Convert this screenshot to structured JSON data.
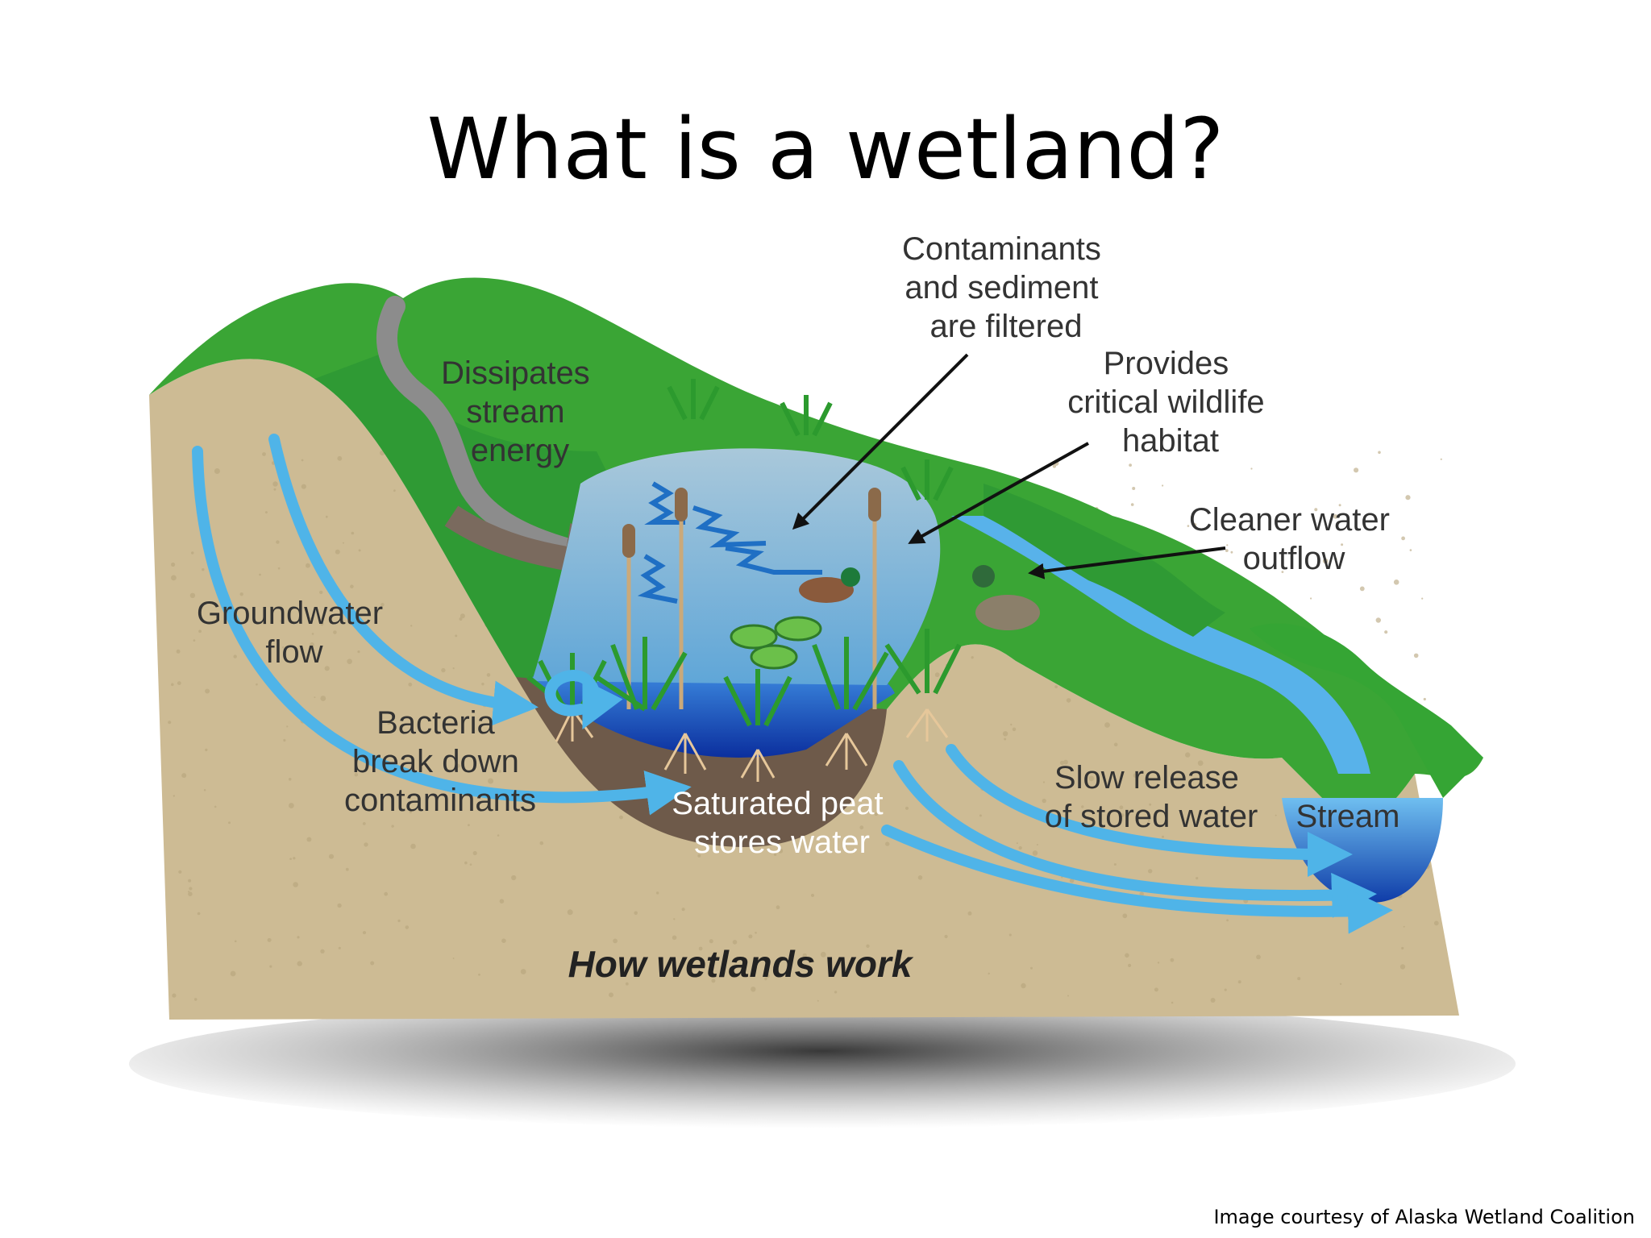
{
  "slide": {
    "title": "What is a wetland?",
    "credit": "Image courtesy of Alaska Wetland Coalition"
  },
  "diagram": {
    "caption": "How wetlands work",
    "labels": {
      "contaminants": [
        "Contaminants",
        "and sediment",
        "are filtered"
      ],
      "habitat": [
        "Provides",
        "critical wildlife",
        "habitat"
      ],
      "dissipates": [
        "Dissipates",
        "stream",
        "energy"
      ],
      "cleaner": [
        "Cleaner water",
        "outflow"
      ],
      "groundwater": [
        "Groundwater",
        "flow"
      ],
      "bacteria": [
        "Bacteria",
        "break down",
        "contaminants"
      ],
      "peat": [
        "Saturated peat",
        "stores water"
      ],
      "slow_release": [
        "Slow release",
        "of stored water"
      ],
      "stream": "Stream"
    },
    "colors": {
      "soil": "#cbb992",
      "grass": "#3aa535",
      "grass_dark": "#1f7a2a",
      "water": "#4aa8e0",
      "water_deep": "#1a4fbf",
      "peat": "#6e5a4a",
      "arrow": "#4fb4e8",
      "stream_arrow": "#7a6a5e"
    }
  }
}
